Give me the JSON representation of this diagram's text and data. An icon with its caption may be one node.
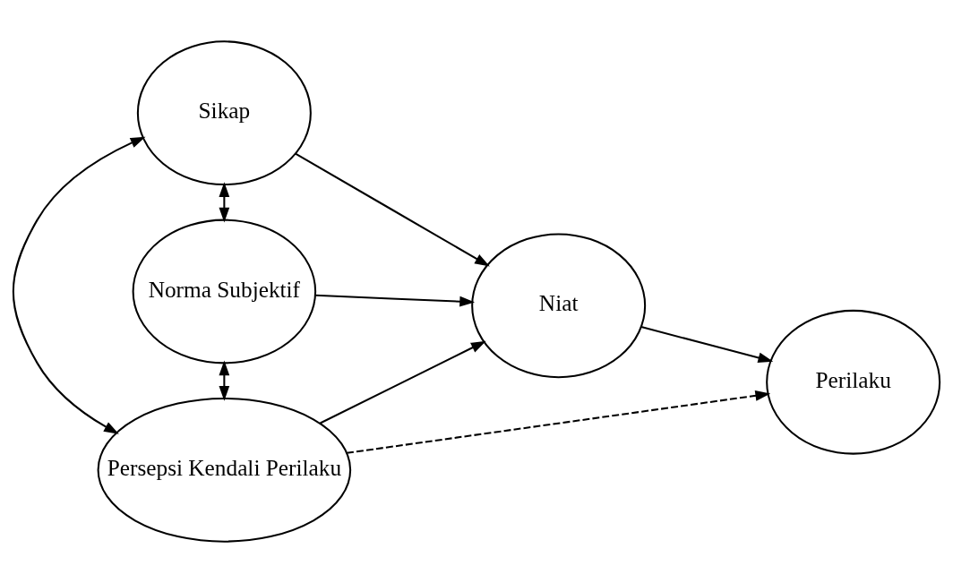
{
  "diagram": {
    "nodes": [
      {
        "text": [
          "Sikap"
        ]
      },
      {
        "text": [
          "Norma Subjektif"
        ]
      },
      {
        "text": [
          "Persepsi Kendali Perilaku"
        ]
      },
      {
        "text": [
          "Niat"
        ]
      },
      {
        "text": [
          "Perilaku"
        ]
      }
    ],
    "edges": [
      {
        "from": 0,
        "to": 1,
        "arrow": "both"
      },
      {
        "from": 1,
        "to": 2,
        "arrow": "both"
      },
      {
        "from": 0,
        "to": 2,
        "arrow": "both"
      },
      {
        "from": 0,
        "to": 3,
        "arrow": "to"
      },
      {
        "from": 1,
        "to": 3,
        "arrow": "to"
      },
      {
        "from": 2,
        "to": 3,
        "arrow": "to"
      },
      {
        "from": 3,
        "to": 4,
        "arrow": "to"
      },
      {
        "from": 2,
        "to": 4,
        "arrow": "to",
        "style": "dashed"
      }
    ]
  }
}
